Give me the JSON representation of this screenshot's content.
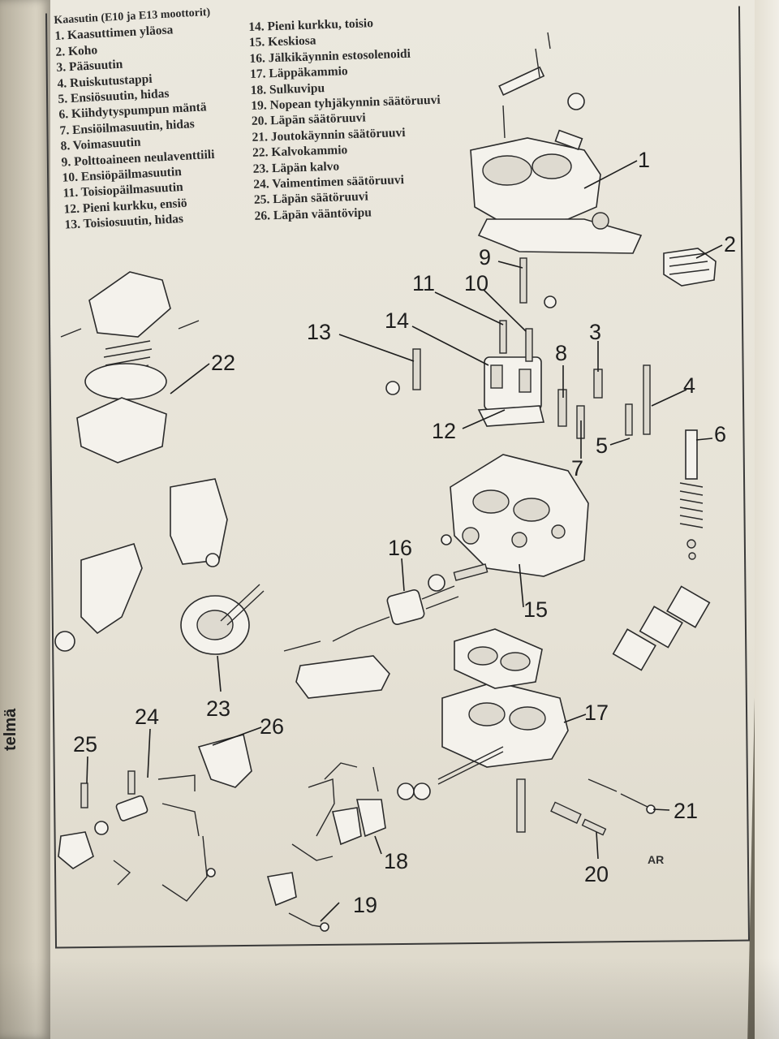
{
  "legend": {
    "title": "Kaasutin (E10 ja E13 moottorit)",
    "items_a": [
      "1. Kaasuttimen yläosa",
      "2. Koho",
      "3. Pääsuutin",
      "4. Ruiskutustappi",
      "5. Ensiösuutin, hidas",
      "6. Kiihdytyspumpun mäntä",
      "7. Ensiöilmasuutin, hidas",
      "8. Voimasuutin",
      "9. Polttoaineen neulaventtiili",
      "10. Ensiöpäilmasuutin",
      "11. Toisiopäilmasuutin",
      "12. Pieni kurkku, ensiö",
      "13. Toisiosuutin, hidas"
    ],
    "items_b": [
      "14. Pieni kurkku, toisio",
      "15. Keskiosa",
      "16. Jälkikäynnin estosolenoidi",
      "17. Läppäkammio",
      "18. Sulkuvipu",
      "19. Nopean tyhjäkynnin säätöruuvi",
      "20. Läpän säätöruuvi",
      "21. Joutokäynnin säätöruuvi",
      "22. Kalvokammio",
      "23. Läpän kalvo",
      "24. Vaimentimen säätöruuvi",
      "25. Läpän säätöruuvi",
      "26. Läpän vääntövipu"
    ]
  },
  "callouts": {
    "n1": "1",
    "n2": "2",
    "n3": "3",
    "n4": "4",
    "n5": "5",
    "n6": "6",
    "n7": "7",
    "n8": "8",
    "n9": "9",
    "n10": "10",
    "n11": "11",
    "n12": "12",
    "n13": "13",
    "n14": "14",
    "n15": "15",
    "n16": "16",
    "n17": "17",
    "n18": "18",
    "n19": "19",
    "n20": "20",
    "n21": "21",
    "n22": "22",
    "n23": "23",
    "n24": "24",
    "n25": "25",
    "n26": "26"
  },
  "corner_mark": "AR",
  "left_margin_bold": "telmä"
}
